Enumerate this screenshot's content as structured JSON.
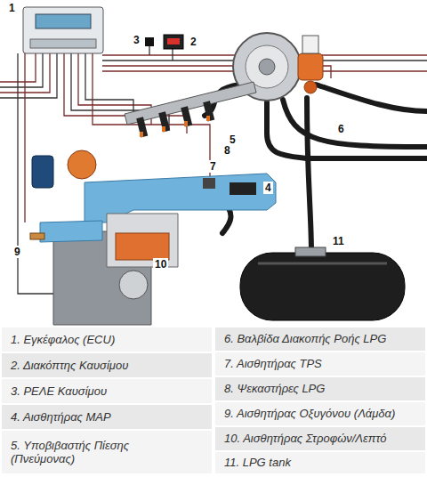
{
  "diagram": {
    "labels": [
      "1",
      "3",
      "2",
      "5",
      "6",
      "4",
      "7",
      "8",
      "9",
      "10",
      "11",
      "1. Εγκέφαλος (ECU)",
      "6. Βαλβίδα Διακοπής Ροής LPG",
      "2. Διακόπτης Καυσίμου",
      "7. Αισθητήρας TPS",
      "3. ΡΕΛΕ Καυσίμου",
      "8. Ψεκαστήρες LPG",
      "4. Αισθητήρας MAP",
      "9. Αισθητήρας Οξυγόνου (Λάμδα)",
      "5. Υποβιβαστής Πίεσης (Πνεύμονας)",
      "10. Αισθητήρας Στροφών/Λεπτό",
      "11. LPG tank"
    ]
  }
}
